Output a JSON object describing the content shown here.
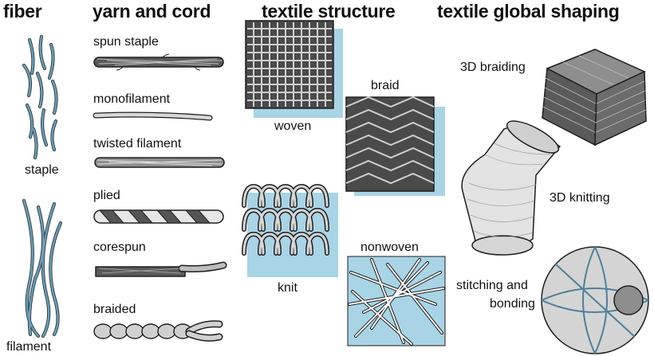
{
  "headers": {
    "fiber": "fiber",
    "yarn": "yarn and cord",
    "structure": "textile structure",
    "shaping": "textile global shaping"
  },
  "fiber_labels": {
    "staple": "staple",
    "filament": "filament"
  },
  "yarn_labels": {
    "spun_staple": "spun staple",
    "monofilament": "monofilament",
    "twisted_filament": "twisted filament",
    "plied": "plied",
    "corespun": "corespun",
    "braided": "braided"
  },
  "structure_labels": {
    "woven": "woven",
    "braid": "braid",
    "knit": "knit",
    "nonwoven": "nonwoven"
  },
  "shaping_labels": {
    "braiding_3d": "3D braiding",
    "knitting_3d": "3D knitting",
    "stitching_line1": "stitching and",
    "stitching_line2": "bonding"
  },
  "colors": {
    "fiber_blue": "#5f8ea6",
    "panel_blue": "#a8d4e6",
    "dark_gray": "#4a4a4a",
    "light_gray": "#d0d0d0"
  }
}
